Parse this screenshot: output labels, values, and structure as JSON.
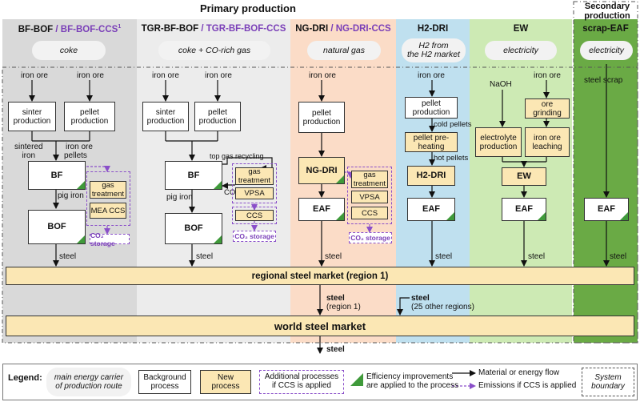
{
  "headers": {
    "primary": "Primary production",
    "secondary": "Secondary production"
  },
  "columns": {
    "bfbof": {
      "title_a": "BF-BOF",
      "title_sep": " / ",
      "title_b": "BF-BOF-CCS",
      "title_sup": "1",
      "carrier": "coke"
    },
    "tgr": {
      "title_a": "TGR-BF-BOF",
      "title_sep": " / ",
      "title_b": "TGR-BF-BOF-CCS",
      "carrier": "coke + CO-rich gas"
    },
    "ngdri": {
      "title_a": "NG-DRI",
      "title_sep": " / ",
      "title_b": "NG-DRI-CCS",
      "carrier": "natural gas"
    },
    "h2dri": {
      "title_a": "H2-DRI",
      "carrier_1": "H2 from",
      "carrier_2": "the H2 market"
    },
    "ew": {
      "title_a": "EW",
      "carrier": "electricity"
    },
    "scrap": {
      "title_a": "scrap-EAF",
      "carrier": "electricity"
    }
  },
  "labels": {
    "iron_ore": "iron ore",
    "sintered_iron_1": "sintered",
    "sintered_iron_2": "iron",
    "iron_ore_pellets_1": "iron ore",
    "iron_ore_pellets_2": "pellets",
    "pig_iron": "pig iron",
    "steel": "steel",
    "top_gas_recycling": "top gas recycling",
    "co": "CO",
    "cold_pellets": "cold pellets",
    "hot_pellets": "hot pellets",
    "naoh": "NaOH",
    "steel_scrap": "steel scrap",
    "steel_region_1a": "steel",
    "steel_region_1b": "(region 1)",
    "steel_other_a": "steel",
    "steel_other_b": "(25 other regions)",
    "final_steel": "steel"
  },
  "boxes": {
    "sinter_1": "sinter",
    "sinter_2": "production",
    "pellet_1": "pellet",
    "pellet_2": "production",
    "bf": "BF",
    "bof": "BOF",
    "gas_treat_1": "gas",
    "gas_treat_2": "treatment",
    "mea_ccs": "MEA CCS",
    "vpsa": "VPSA",
    "ccs": "CCS",
    "co2_storage": "CO₂ storage",
    "ngdri_box": "NG-DRI",
    "eaf": "EAF",
    "preheat_1": "pellet pre-",
    "preheat_2": "heating",
    "h2dri_box": "H2-DRI",
    "ore_grind_1": "ore",
    "ore_grind_2": "grinding",
    "electrolyte_1": "electrolyte",
    "electrolyte_2": "production",
    "leach_1": "iron ore",
    "leach_2": "leaching",
    "ew_box": "EW"
  },
  "markets": {
    "regional": "regional steel market (region 1)",
    "world": "world steel market"
  },
  "legend": {
    "title": "Legend:",
    "carrier_1": "main energy carrier",
    "carrier_2": "of production route",
    "background_1": "Background",
    "background_2": "process",
    "new_1": "New",
    "new_2": "process",
    "additional_1": "Additional processes",
    "additional_2": "if CCS is applied",
    "efficiency_1": "Efficiency improvements",
    "efficiency_2": "are applied to the process",
    "material_flow": "Material or energy  flow",
    "emissions_flow": "Emissions if CCS is applied",
    "boundary_1": "System",
    "boundary_2": "boundary"
  },
  "colors": {
    "col_bfbof": "#d9d9d9",
    "col_tgr": "#ececec",
    "col_ngdri": "#fbdcc7",
    "col_h2dri": "#bfe0ef",
    "col_ew": "#cdeab4",
    "col_scrap": "#6aaa45",
    "new_process": "#fbe7b4",
    "ccs_purple": "#8a4fc9",
    "efficiency_green": "#3f9a3a"
  }
}
